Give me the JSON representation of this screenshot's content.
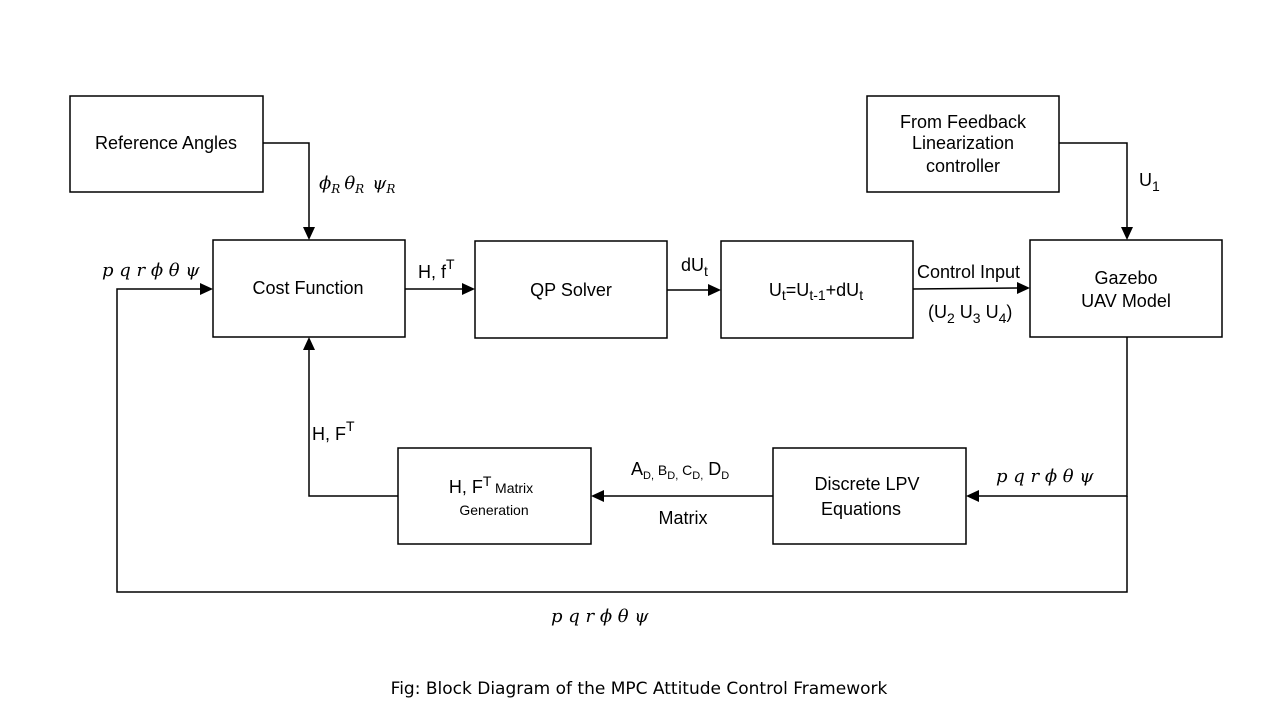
{
  "blocks": {
    "reference_angles": "Reference Angles",
    "feedback_line1": "From Feedback",
    "feedback_line2": "Linearization",
    "feedback_line3": "controller",
    "cost_function": "Cost Function",
    "qp_solver": "QP Solver",
    "update": {
      "u": "U",
      "t": "t",
      "eq": "=U",
      "tm1": "t-1",
      "plus": "+dU",
      "t2": "t"
    },
    "gazebo_line1": "Gazebo",
    "gazebo_line2": "UAV Model",
    "matrix_gen": {
      "h": "H, F",
      "sup": "T",
      "rest": " Matrix",
      "line2": "Generation"
    },
    "lpv_line1": "Discrete LPV",
    "lpv_line2": "Equations"
  },
  "signals": {
    "reference": {
      "phi": "ϕ",
      "phi_sub": "R",
      "theta": "θ",
      "theta_sub": "R",
      "psi": "ψ",
      "psi_sub": "R"
    },
    "u1": {
      "base": "U",
      "sub": "1"
    },
    "states": "p q r  ϕ θ ψ",
    "hf_top": {
      "base": "H, f",
      "sup": "T"
    },
    "du": {
      "base": "dU",
      "sub": "t"
    },
    "control_input": "Control Input",
    "u234": {
      "open": "(U",
      "s2": "2",
      "u3": " U",
      "s3": "3",
      "u4": " U",
      "s4": "4",
      "close": ")"
    },
    "hf_left": {
      "base": "H, F",
      "sup": "T"
    },
    "abcd": {
      "a": "A",
      "a_sub": "D,",
      "b": " B",
      "b_sub": "D,",
      "c": " C",
      "c_sub": "D,",
      "d": " D",
      "d_sub": "D"
    },
    "matrix": "Matrix"
  },
  "caption": "Fig: Block Diagram of the MPC Attitude Control Framework"
}
